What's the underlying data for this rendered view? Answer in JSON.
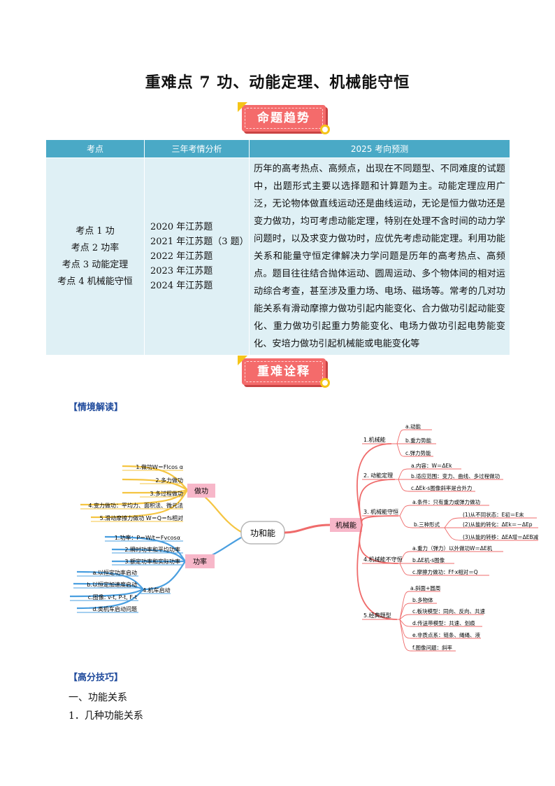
{
  "title": "重难点 7  功、动能定理、机械能守恒",
  "banners": {
    "trend": "命题趋势",
    "explain": "重难诠释"
  },
  "table": {
    "headers": [
      "考点",
      "三年考情分析",
      "2025 考向预测"
    ],
    "kaodian": [
      "考点 1  功",
      "考点 2  功率",
      "考点 3  动能定理",
      "考点 4  机械能守恒"
    ],
    "years": [
      "2020 年江苏题",
      "2021 年江苏题（3 题）",
      "2022 年江苏题",
      "2023 年江苏题",
      "2024 年江苏题"
    ],
    "prediction": "历年的高考热点、高频点，出现在不同题型、不同难度的试题中，出题形式主要以选择题和计算题为主。动能定理应用广泛，无论物体做直线运动还是曲线运动，无论是恒力做功还是变力做功，均可考虑动能定理，特别在处理不含时间的动力学问题时，以及求变力做功时，应优先考虑动能定理。利用功能关系和能量守恒定律解决力学问题是历年的高考热点、高频点。题目往往结合抛体运动、圆周运动、多个物体间的相对运动综合考查，甚至涉及重力场、电场、磁场等。常考的几对功能关系有滑动摩擦力做功引起内能变化、合力做功引起动能变化、重力做功引起重力势能变化、电场力做功引起电势能变化、安培力做功引起机械能或电能变化等"
  },
  "sections": {
    "situation": "【情境解读】",
    "skills": "【高分技巧】"
  },
  "mindmap": {
    "center": "功和能",
    "gong": {
      "label": "做功",
      "items": [
        "1.做功W＝Flcos α",
        "2.多力做功",
        "3.多过程做功",
        "4.变力做功：平均力、面积法、微元法",
        "5.滑动摩擦力做功 W＝Q＝fs相对"
      ]
    },
    "gonglv": {
      "label": "功率",
      "items": [
        "1.功率：P＝W/t＝Fvcosα",
        "2.瞬时功率和平均功率",
        "3.额定功率和实际功率",
        "4.机车启动"
      ],
      "jiche": [
        "a.以恒定功率启动",
        "b.以恒定加速度启动",
        "c.图像: v-t, P-t, F-t",
        "d.类机车启动问题"
      ]
    },
    "jixieneng": {
      "label": "机械能",
      "b1": {
        "label": "1.机械能",
        "items": [
          "a.动能",
          "b.重力势能",
          "c.弹力势能"
        ]
      },
      "b2": {
        "label": "2. 动能定理",
        "items": [
          "a.内容：W＝ΔEk",
          "b.适应范围：变力、曲线、多过程做功",
          "c.ΔEk-s图像斜率是合外力"
        ]
      },
      "b3": {
        "label": "3. 机械能守恒",
        "a": "a.条件：只有重力或弹力做功",
        "b": "b.三种形式",
        "forms": [
          "(1)从不同状态：E初＝E末",
          "(2)从能的转化：ΔEk＝－ΔEp",
          "(3)从能的转移：ΔEA增＝ΔEB减"
        ]
      },
      "b4": {
        "label": "4.机械能不守恒",
        "items": [
          "a.重力（弹力）以外做功W＝ΔE机",
          "b.ΔE机-s图像",
          "c.摩擦力做功：Ff·x相对＝Q"
        ]
      },
      "b5": {
        "label": "5.经典题型",
        "items": [
          "a.斜面+圆周",
          "b.多物体",
          "c.板块模型：同向、反向、共速",
          "d.传送带模型：共速、划痕",
          "e.非质点系：链条、绳绳、液",
          "f.图像问题：斜率"
        ]
      }
    }
  },
  "headings": {
    "h1": "一、功能关系",
    "h2": "1．几种功能关系"
  }
}
